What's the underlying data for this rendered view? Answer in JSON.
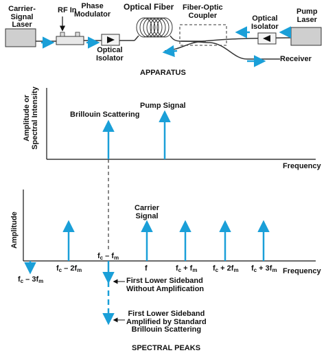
{
  "apparatus": {
    "carrier_laser": "Carrier-\nSignal Laser",
    "rf_in": "RF In",
    "phase_modulator": "Phase\nModulator",
    "optical_fiber": "Optical Fiber",
    "coupler": "Fiber-Optic\nCoupler",
    "isolator_right": "Optical\nIsolator",
    "isolator_left": "Optical\nIsolator",
    "pump_laser": "Pump\nLaser",
    "receiver": "Receiver",
    "caption": "APPARATUS"
  },
  "top_plot": {
    "ylabel": "Amplitude or\nSpectral Intensity",
    "xlabel": "Frequency",
    "brillouin": "Brillouin Scattering",
    "pump": "Pump Signal"
  },
  "bottom_plot": {
    "ylabel": "Amplitude",
    "xlabel": "Frequency",
    "carrier": "Carrier\nSignal",
    "labels": {
      "fc_minus_fm": "f",
      "fc_minus_2fm": "f",
      "fc_minus_3fm": "f",
      "f": "f",
      "fc_plus_fm": "f",
      "fc_plus_2fm": "f",
      "fc_plus_3fm": "f"
    },
    "sub_c": "c",
    "sub_m": "m",
    "first_lower": "First Lower Sideband\nWithout Amplification",
    "first_lower_amp": "First Lower Sideband\nAmplified by Standard\nBrillouin Scattering"
  },
  "caption": "SPECTRAL PEAKS",
  "accent": "#1a9fd8"
}
